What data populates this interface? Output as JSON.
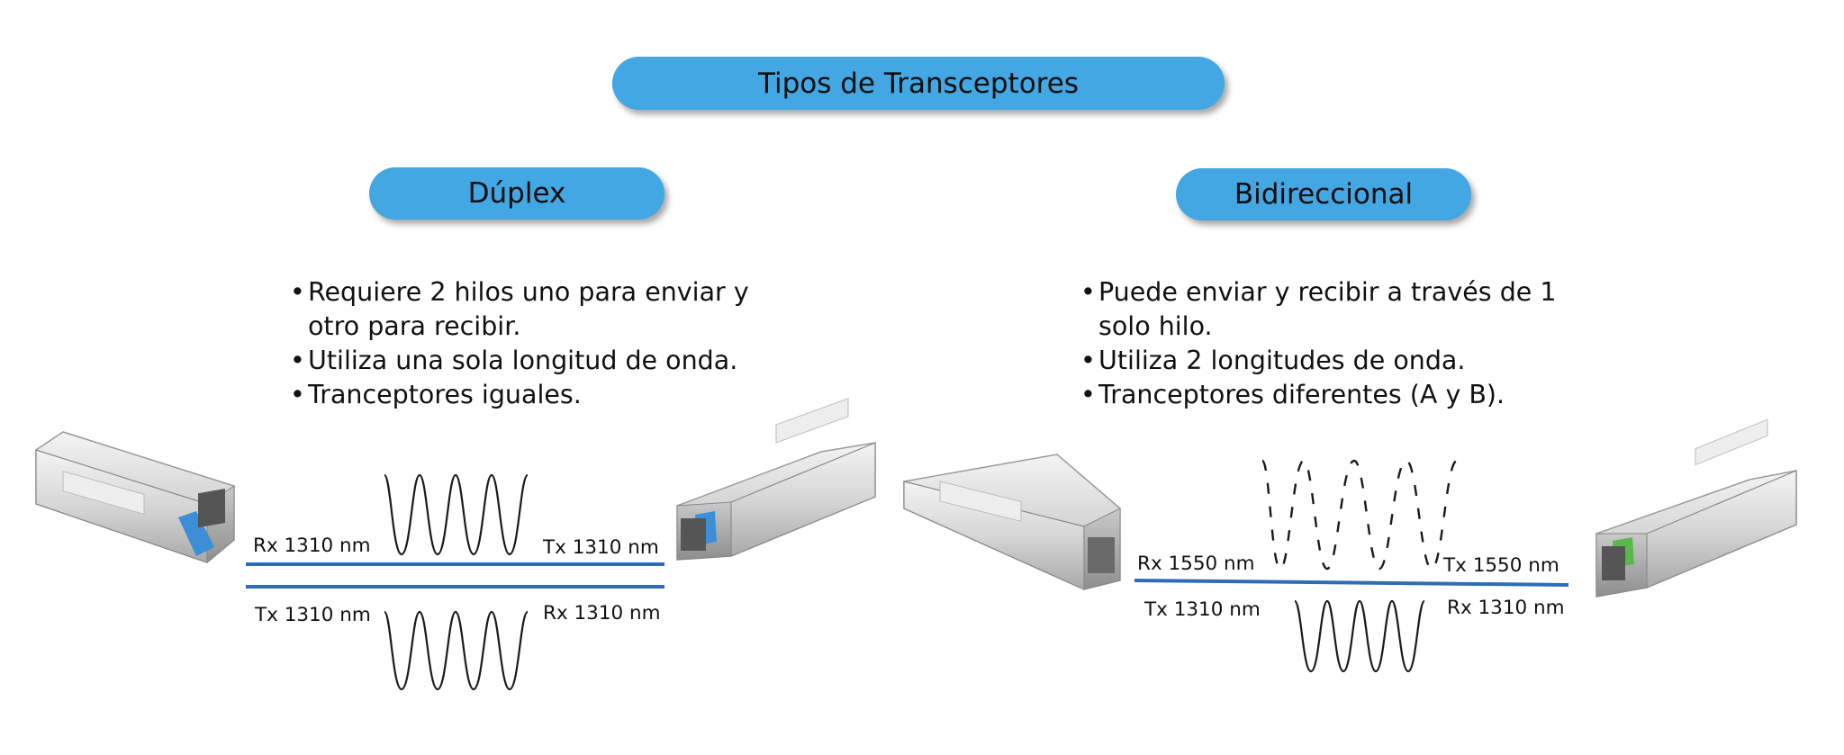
{
  "title": "Tipos de Transceptores",
  "duplex": {
    "heading": "Dúplex",
    "bullets": [
      "Requiere 2 hilos uno para enviar y otro para recibir.",
      "Utiliza una sola longitud de onda.",
      "Tranceptores iguales."
    ],
    "labels": {
      "top_left": "Rx 1310 nm",
      "top_right": "Tx 1310 nm",
      "bottom_left": "Tx 1310 nm",
      "bottom_right": "Rx 1310 nm"
    }
  },
  "bidirectional": {
    "heading": "Bidireccional",
    "bullets": [
      "Puede enviar y recibir a través de 1 solo hilo.",
      "Utiliza 2 longitudes de onda.",
      "Tranceptores diferentes (A y B)."
    ],
    "labels": {
      "top_left": "Rx 1550 nm",
      "top_right": "Tx 1550 nm",
      "bottom_left": "Tx 1310 nm",
      "bottom_right": "Rx 1310 nm"
    }
  },
  "colors": {
    "pill": "#42a7e2",
    "fiber_line": "#2e6db5",
    "duplex_latch": "#3c8fd6",
    "bidir_latch_right": "#58b84a"
  },
  "icons": [
    "sfp-transceiver-module",
    "sine-wave",
    "dashed-sine-wave"
  ]
}
